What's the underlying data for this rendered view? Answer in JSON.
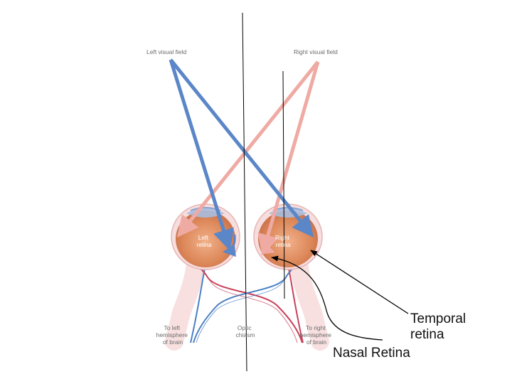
{
  "diagram": {
    "left_visual_field": "Left visual field",
    "right_visual_field": "Right visual field",
    "left_retina": [
      "Left",
      "retina"
    ],
    "right_retina": [
      "Right",
      "retina"
    ],
    "to_left_hemisphere": [
      "To left",
      "hemisphere",
      "of brain"
    ],
    "optic_chiasm": [
      "Optic",
      "chiasm"
    ],
    "to_right_hemisphere": [
      "To right",
      "hemisphere",
      "of brain"
    ]
  },
  "annotations": {
    "temporal_retina": [
      "Temporal",
      "retina"
    ],
    "nasal_retina": "Nasal Retina"
  },
  "colors": {
    "left_field_ray": "#5b86c8",
    "right_field_ray": "#efaaa3",
    "eye_body": "#d98a5e",
    "blue_nerve": "#4a7fc4",
    "red_nerve": "#c9405a"
  }
}
